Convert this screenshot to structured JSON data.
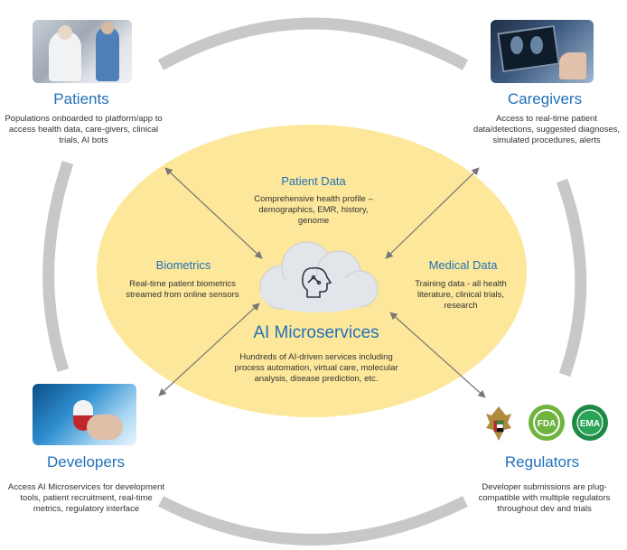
{
  "nodes": {
    "patients": {
      "title": "Patients",
      "desc": "Populations onboarded to platform/app to access health data, care-givers, clinical trials, AI bots"
    },
    "caregivers": {
      "title": "Caregivers",
      "desc": "Access to real-time patient data/detections, suggested diagnoses, simulated procedures, alerts"
    },
    "developers": {
      "title": "Developers",
      "desc": "Access AI Microservices for development tools, patient recruitment, real-time metrics, regulatory interface"
    },
    "regulators": {
      "title": "Regulators",
      "desc": "Developer submissions are plug-compatible with multiple regulators throughout dev and trials"
    }
  },
  "center": {
    "patient_data": {
      "title": "Patient Data",
      "desc": "Comprehensive health profile – demographics, EMR, history, genome"
    },
    "biometrics": {
      "title": "Biometrics",
      "desc": "Real-time patient biometrics streamed from online sensors"
    },
    "medical_data": {
      "title": "Medical Data",
      "desc": "Training data - all health literature, clinical trials, research"
    },
    "ai": {
      "title": "AI Microservices",
      "desc": "Hundreds of AI-driven services including process automation, virtual care, molecular analysis, disease prediction, etc."
    }
  },
  "logos": {
    "ema": "EMA",
    "fda": "FDA"
  },
  "colors": {
    "accent": "#2271b9",
    "ellipse": "#fde79a",
    "ring": "#c8c8c8"
  }
}
